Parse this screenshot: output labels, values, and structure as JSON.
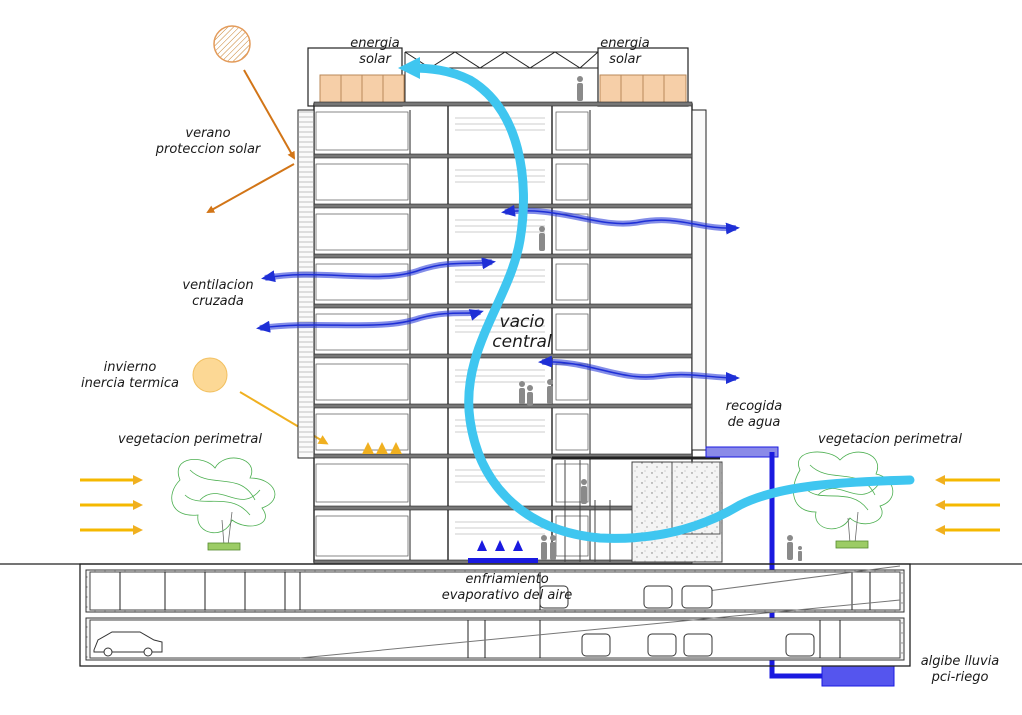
{
  "labels": {
    "energia_solar_left": [
      "energia",
      "solar"
    ],
    "energia_solar_right": [
      "energia",
      "solar"
    ],
    "verano": [
      "verano",
      "proteccion solar"
    ],
    "ventilacion": [
      "ventilacion",
      "cruzada"
    ],
    "invierno": [
      "invierno",
      "inercia termica"
    ],
    "vegetacion_left": "vegetacion perimetral",
    "vegetacion_right": "vegetacion perimetral",
    "vacio": [
      "vacio",
      "central"
    ],
    "recogida": [
      "recogida",
      "de agua"
    ],
    "enfriamiento": [
      "enfriamiento",
      "evaporativo del aire"
    ],
    "algibe": [
      "algibe lluvia",
      "pci-riego"
    ]
  },
  "colors": {
    "summer_sun": "#f2b07a",
    "winter_sun": "#fbd48a",
    "summer_ray": "#d27517",
    "winter_ray": "#f0b020",
    "wind": "#f5b800",
    "ventilation": "#1e2fd6",
    "air_flow": "#3fc6f0",
    "water": "#1a1ae0",
    "solar_panel": "#f6cfa8",
    "structure": "#222222",
    "vegetation": "#4caf50"
  }
}
